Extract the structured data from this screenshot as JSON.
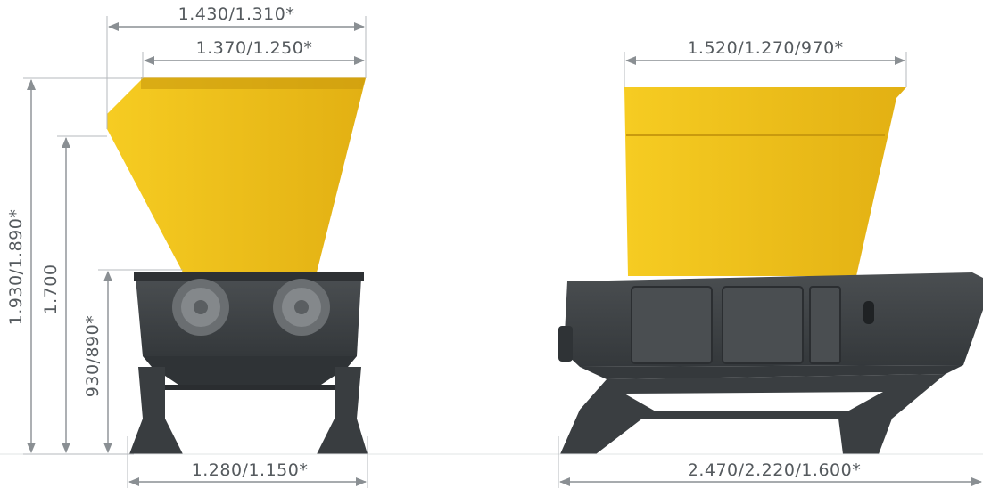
{
  "front_view": {
    "top_width_outer": "1.430/1.310*",
    "top_width_inner": "1.370/1.250*",
    "total_height": "1.930/1.890*",
    "hopper_height": "1.700",
    "feed_height": "930/890*",
    "base_width": "1.280/1.150*"
  },
  "side_view": {
    "hopper_width": "1.520/1.270/970*",
    "total_length": "2.470/2.220/1.600*"
  },
  "colors": {
    "hopper_yellow": "#f2c21a",
    "hopper_shade": "#d9a812",
    "machine_dark": "#3d4144",
    "machine_mid": "#55595c",
    "dimension_gray": "#8a8f93"
  }
}
